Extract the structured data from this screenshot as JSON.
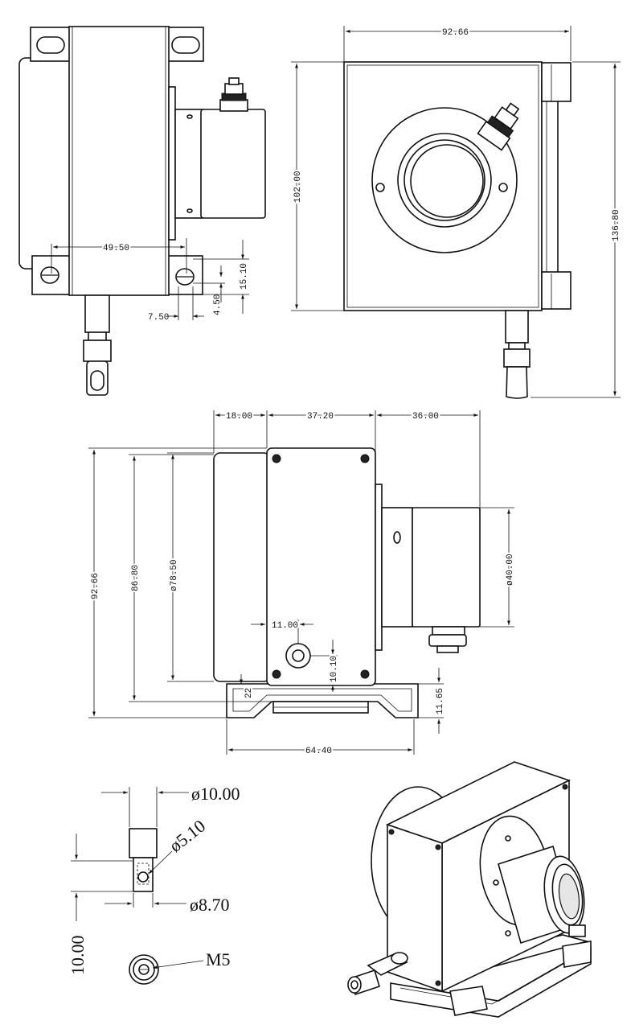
{
  "dimensions": {
    "side_view": {
      "length_a": "49.50",
      "length_b": "15.10",
      "length_c": "4.50",
      "length_d": "7.50"
    },
    "front_view": {
      "width": "92.66",
      "height": "102.00",
      "total_height": "136.80"
    },
    "top_view": {
      "left_width": "18.00",
      "mid_width": "37.20",
      "right_width": "36.00",
      "height_total": "92.66",
      "height_body": "86.80",
      "diameter_drum": "ø78.50",
      "diameter_encoder": "ø40.00",
      "hole_offset_x": "11.00",
      "hole_offset_y": "10.10",
      "base_height": "22",
      "foot_height": "11.65",
      "base_width": "64.40"
    },
    "detail_view": {
      "outer_diameter": "ø10.00",
      "hole_diameter": "ø5.10",
      "eye_diameter": "ø8.70",
      "length": "10.00",
      "thread": "M5"
    }
  }
}
